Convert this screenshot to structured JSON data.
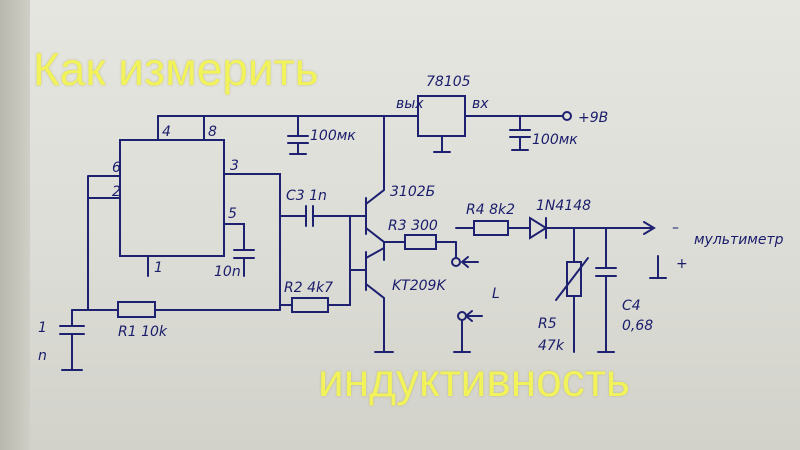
{
  "overlay": {
    "title_line1": "Как измерить",
    "title_line2": "индуктивность"
  },
  "schematic": {
    "labels": {
      "reg": "78105",
      "reg_out": "вых",
      "reg_in": "вх",
      "supply": "+9В",
      "cap1": "100мк",
      "cap2": "100мк",
      "pin4": "4",
      "pin8": "8",
      "pin6": "6",
      "pin2": "2",
      "pin3": "3",
      "pin5": "5",
      "pin1": "1",
      "c3": "C3 1n",
      "q1": "3102Б",
      "r3": "R3 300",
      "q2": "KT209K",
      "r2": "R2 4k7",
      "r1": "R1 10k",
      "c2": "10n",
      "c1_a": "1",
      "c1_b": "n",
      "r4": "R4 8k2",
      "diode": "1N4148",
      "minus": "–",
      "plus": "+",
      "meter": "мультиметр",
      "inductor": "L",
      "r5_a": "R5",
      "r5_b": "47k",
      "c4_a": "C4",
      "c4_b": "0,68"
    }
  }
}
